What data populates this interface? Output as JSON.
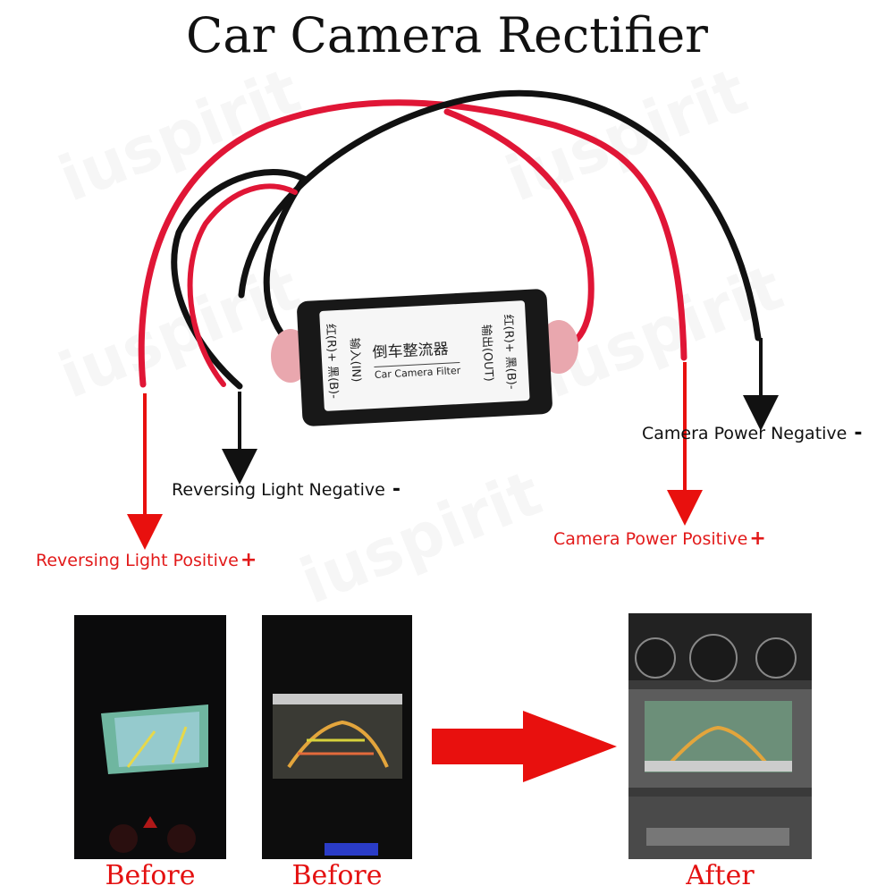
{
  "title": "Car Camera Rectifier",
  "watermark": "iuspirit",
  "device": {
    "name_cn": "倒车整流器",
    "name_en": "Car Camera Filter",
    "input_label": "输入(IN)",
    "input_wires": "红(R)+ 黑(B)-",
    "output_label": "输出(OUT)",
    "output_wires": "红(R)+ 黑(B)-"
  },
  "labels": {
    "reversing_positive": "Reversing Light Positive",
    "reversing_negative": "Reversing Light Negative",
    "camera_positive": "Camera Power Positive",
    "camera_negative": "Camera Power Negative",
    "plus": "+",
    "minus": "-"
  },
  "captions": {
    "before_1": "Before",
    "before_2": "Before",
    "after": "After"
  },
  "colors": {
    "red_wire": "#e01636",
    "black_wire": "#111111",
    "label_red": "#e21a1a",
    "arrow_red": "#e8100e"
  }
}
